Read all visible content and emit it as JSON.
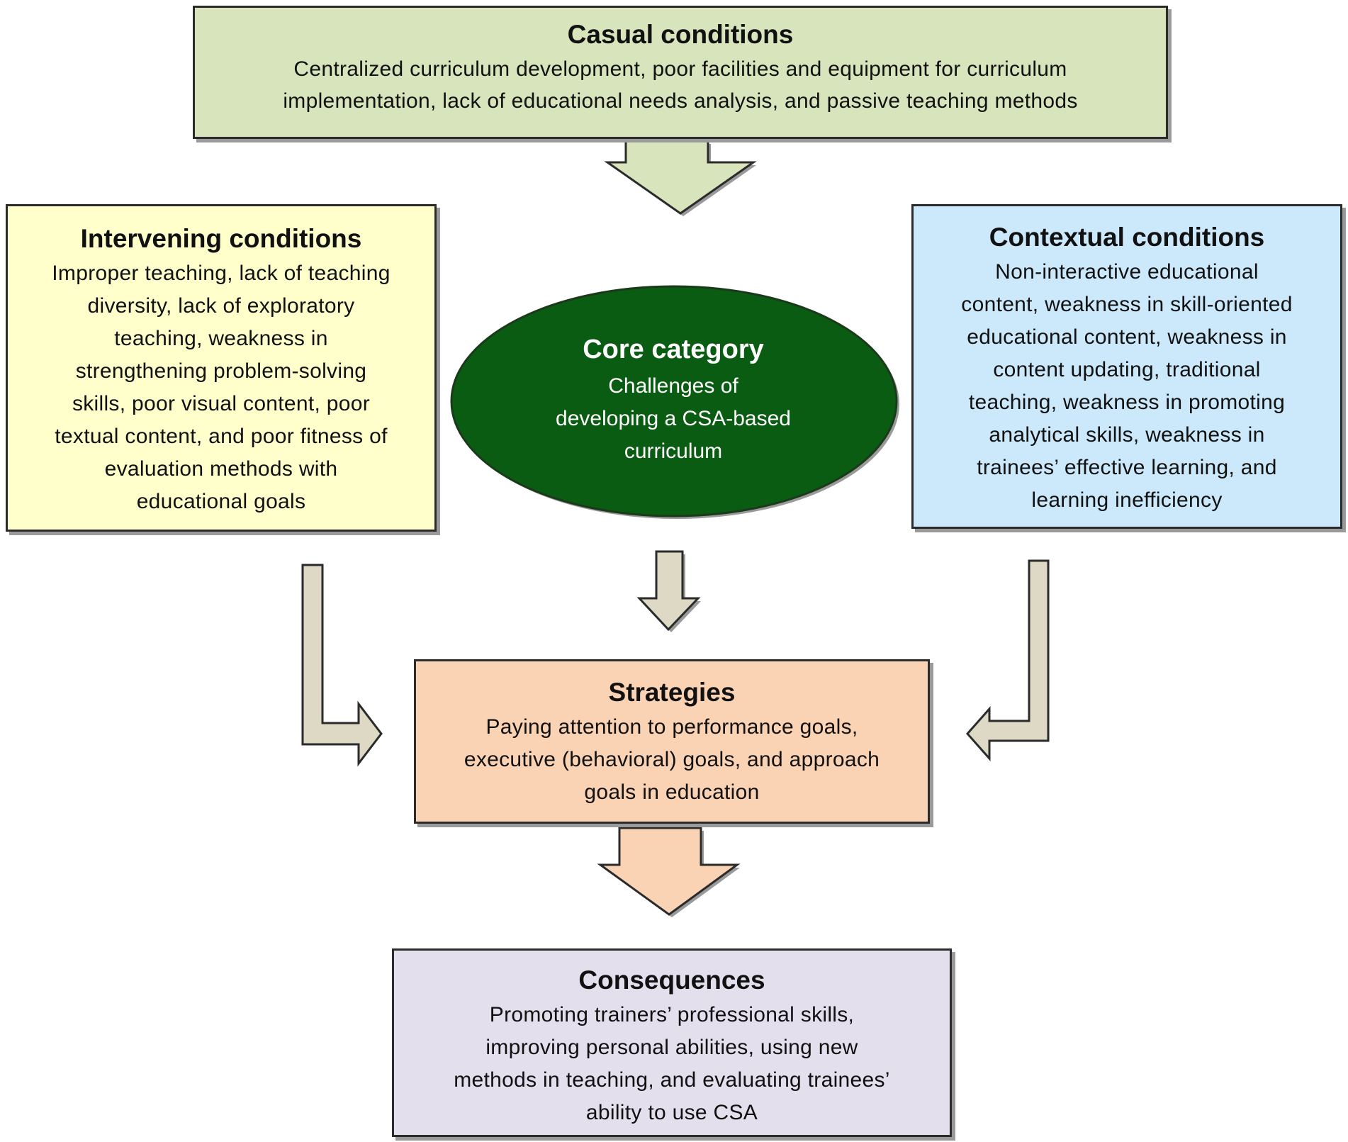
{
  "colors": {
    "causal_fill": "#d8e4bc",
    "intervening_fill": "#ffffcc",
    "contextual_fill": "#cce9fb",
    "core_fill": "#0a5c12",
    "strategies_fill": "#fad3b4",
    "consequences_fill": "#e4dfec",
    "side_arrow_fill": "#ddd9c4",
    "outline": "#2b2b2b"
  },
  "causal": {
    "title": "Casual conditions",
    "lines": [
      "Centralized curriculum development, poor facilities and equipment for curriculum",
      "implementation, lack of educational needs analysis, and passive teaching methods"
    ]
  },
  "intervening": {
    "title": "Intervening conditions",
    "lines": [
      "Improper teaching, lack of teaching",
      "diversity, lack of exploratory",
      "teaching, weakness in",
      "strengthening problem-solving",
      "skills, poor visual content, poor",
      "textual content, and poor fitness of",
      "evaluation methods with",
      "educational goals"
    ]
  },
  "core": {
    "title": "Core category",
    "lines": [
      "Challenges of",
      "developing a CSA-based",
      "curriculum"
    ]
  },
  "contextual": {
    "title": "Contextual conditions",
    "lines": [
      "Non-interactive educational",
      "content, weakness in skill-oriented",
      "educational content, weakness in",
      "content updating, traditional",
      "teaching, weakness in promoting",
      "analytical skills, weakness in",
      "trainees’ effective learning, and",
      "learning inefficiency"
    ]
  },
  "strategies": {
    "title": "Strategies",
    "lines": [
      "Paying attention to performance goals,",
      "executive (behavioral) goals, and approach",
      "goals in education"
    ]
  },
  "consequences": {
    "title": "Consequences",
    "lines": [
      "Promoting trainers’ professional skills,",
      "improving personal abilities, using new",
      "methods in teaching, and evaluating trainees’",
      "ability to use CSA"
    ]
  }
}
